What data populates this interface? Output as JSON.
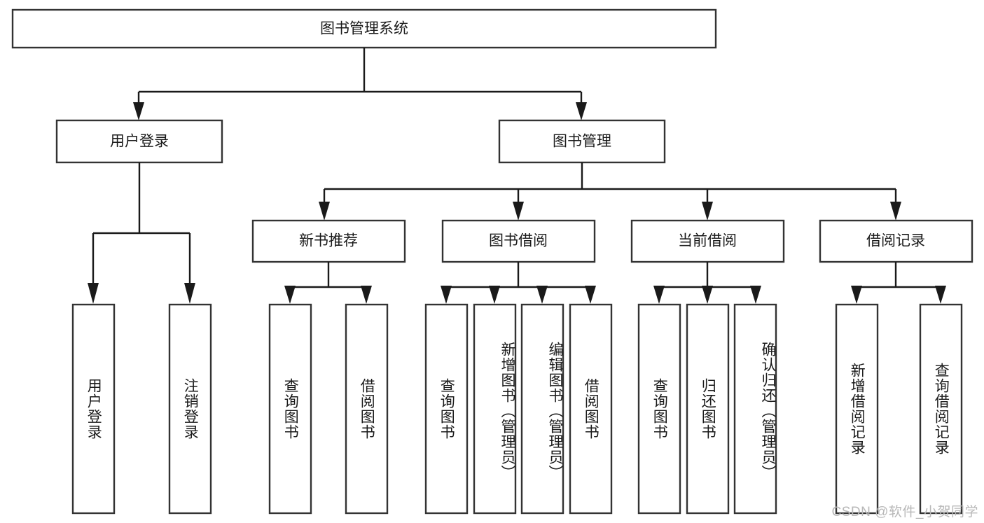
{
  "diagram": {
    "title": "图书管理系统",
    "type": "tree",
    "watermark": "CSDN @软件_小贺同学",
    "colors": {
      "box_stroke": "#333333",
      "box_fill": "#ffffff",
      "connector": "#1a1a1a",
      "text": "#1a1a1a",
      "background": "#ffffff",
      "watermark": "#b8b8b8"
    }
  },
  "root": {
    "label": "图书管理系统"
  },
  "level2": [
    {
      "label": "用户登录"
    },
    {
      "label": "图书管理"
    }
  ],
  "level3": [
    {
      "label": "新书推荐"
    },
    {
      "label": "图书借阅"
    },
    {
      "label": "当前借阅"
    },
    {
      "label": "借阅记录"
    }
  ],
  "leaves": {
    "user_login": [
      {
        "label": "用户登录"
      },
      {
        "label": "注销登录"
      }
    ],
    "new_book_recommend": [
      {
        "label": "查询图书"
      },
      {
        "label": "借阅图书"
      }
    ],
    "book_borrow": [
      {
        "label": "查询图书"
      },
      {
        "label": "新增图书（管理员）"
      },
      {
        "label": "编辑图书（管理员）"
      },
      {
        "label": "借阅图书"
      }
    ],
    "current_borrow": [
      {
        "label": "查询图书"
      },
      {
        "label": "归还图书"
      },
      {
        "label": "确认归还（管理员）"
      }
    ],
    "borrow_record": [
      {
        "label": "新增借阅记录"
      },
      {
        "label": "查询借阅记录"
      }
    ]
  }
}
